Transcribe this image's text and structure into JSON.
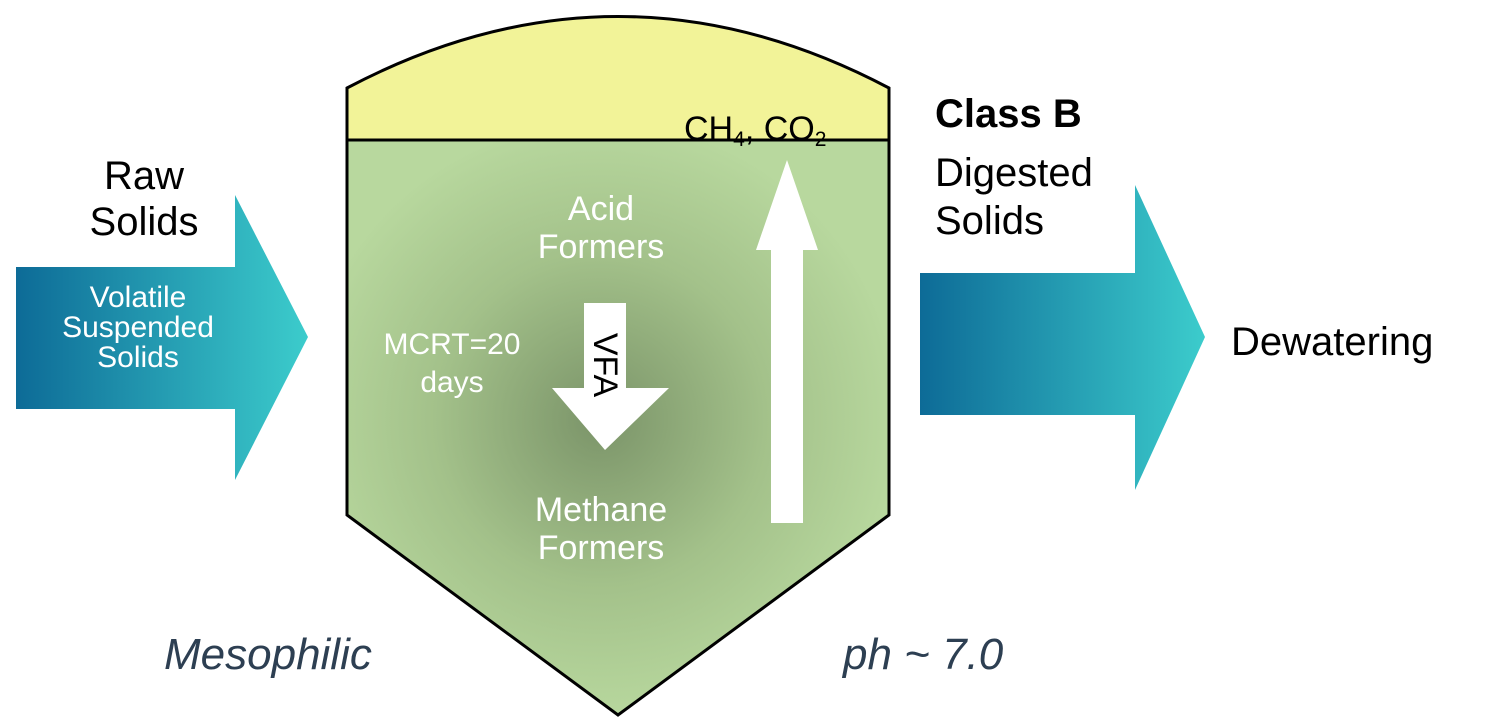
{
  "inlet": {
    "title_line1": "Raw",
    "title_line2": "Solids",
    "arrow_line1": "Volatile",
    "arrow_line2": "Suspended",
    "arrow_line3": "Solids"
  },
  "digester": {
    "gas_label": {
      "ch": "CH",
      "ch_sub": "4",
      "sep": ", CO",
      "co_sub": "2"
    },
    "acid_formers_line1": "Acid",
    "acid_formers_line2": "Formers",
    "mcrt_line1": "MCRT=20",
    "mcrt_line2": "days",
    "vfa_label": "VFA",
    "methane_formers_line1": "Methane",
    "methane_formers_line2": "Formers"
  },
  "outlet": {
    "class_label": "Class B",
    "digested_line1": "Digested",
    "digested_line2": "Solids",
    "destination": "Dewatering"
  },
  "conditions": {
    "temperature": "Mesophilic",
    "ph": "ph ~ 7.0"
  },
  "colors": {
    "arrow_dark": "#0d6b97",
    "arrow_light": "#3ccccc",
    "gas_dome": "#f2f398",
    "tank_light": "#b8d89e",
    "tank_dark": "#7b9469",
    "outline": "#000000"
  }
}
